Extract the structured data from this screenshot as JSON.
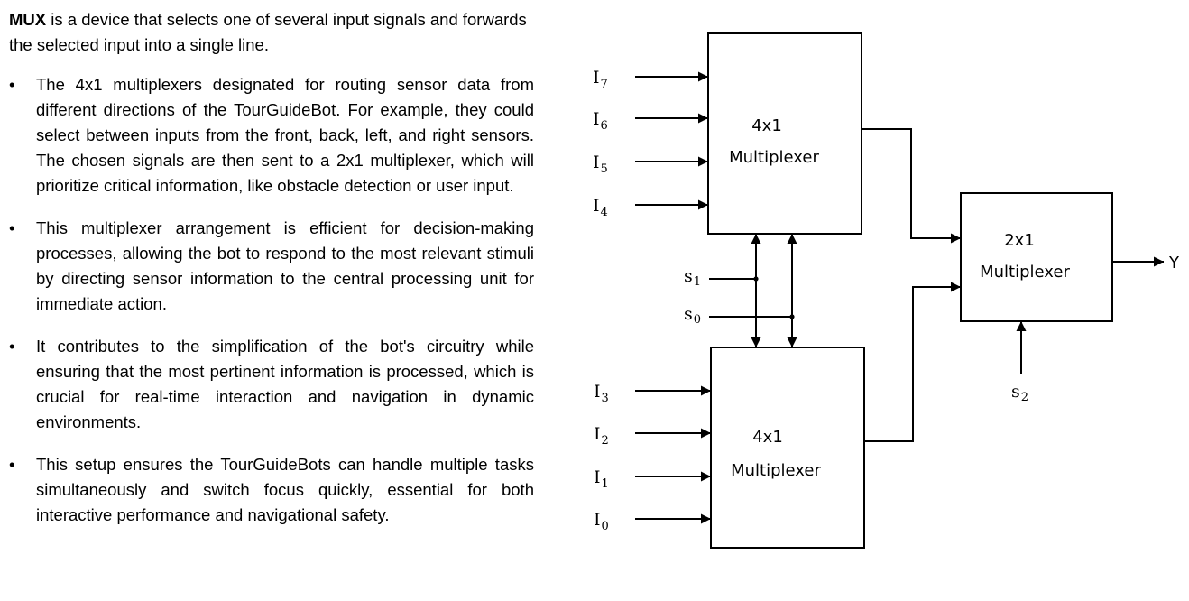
{
  "text": {
    "intro_bold": "MUX",
    "intro_rest": " is a device that selects one of several input signals and forwards the selected input into a single line.",
    "bullets": [
      "The 4x1 multiplexers designated for routing sensor data from different directions of the TourGuideBot. For example, they could select between inputs from the front, back, left, and right sensors. The chosen signals are then sent to a 2x1 multiplexer, which will prioritize critical information, like obstacle detection or user input.",
      "This multiplexer arrangement is efficient for decision-making processes, allowing the bot to respond to the most relevant stimuli by directing sensor information to the central processing unit for immediate action.",
      "It contributes to the simplification of the bot's circuitry while ensuring that the most pertinent information is processed, which is crucial for real-time interaction and navigation in dynamic environments.",
      "This setup ensures the TourGuideBots can handle multiple tasks simultaneously and switch focus quickly, essential for both interactive performance and navigational safety."
    ]
  },
  "diagram": {
    "top_mux": {
      "line1": "4x1",
      "line2": "Multiplexer"
    },
    "bottom_mux": {
      "line1": "4x1",
      "line2": "Multiplexer"
    },
    "out_mux": {
      "line1": "2x1",
      "line2": "Multiplexer"
    },
    "inputs_top": [
      {
        "base": "I",
        "sub": "7"
      },
      {
        "base": "I",
        "sub": "6"
      },
      {
        "base": "I",
        "sub": "5"
      },
      {
        "base": "I",
        "sub": "4"
      }
    ],
    "inputs_bottom": [
      {
        "base": "I",
        "sub": "3"
      },
      {
        "base": "I",
        "sub": "2"
      },
      {
        "base": "I",
        "sub": "1"
      },
      {
        "base": "I",
        "sub": "0"
      }
    ],
    "selects": {
      "s1": {
        "base": "s",
        "sub": "1"
      },
      "s0": {
        "base": "s",
        "sub": "0"
      },
      "s2": {
        "base": "s",
        "sub": "2"
      }
    },
    "output": "Y"
  }
}
